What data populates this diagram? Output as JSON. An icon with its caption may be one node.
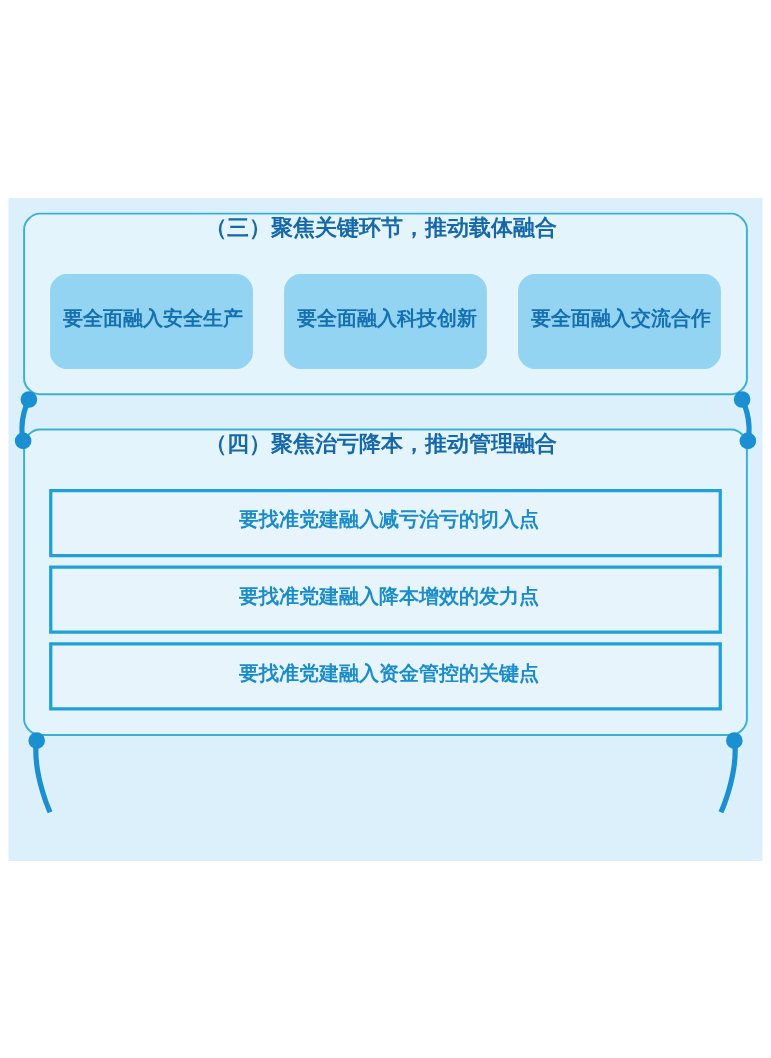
{
  "diagram": {
    "nodes": [
      {
        "text": [
          "（三）聚焦关键环节，推动载体融合"
        ]
      },
      {
        "text": [
          "要全面融入安全生产"
        ],
        "in": 0
      },
      {
        "text": [
          "要全面融入科技创新"
        ],
        "in": 0
      },
      {
        "text": [
          "要全面融入交流合作"
        ],
        "in": 0
      },
      {
        "text": [
          "（四）聚焦治亏降本，推动管理融合"
        ]
      },
      {
        "text": [
          "要找准党建融入减亏治亏的切入点"
        ],
        "in": 4
      },
      {
        "text": [
          "要找准党建融入降本增效的发力点"
        ],
        "in": 4
      },
      {
        "text": [
          "要找准党建融入资金管控的关键点"
        ],
        "in": 4
      }
    ],
    "edges": [
      {
        "from": 0,
        "to": 4,
        "arrow": "other"
      },
      {
        "from": 0,
        "to": 4,
        "arrow": "other"
      },
      {
        "from": 4,
        "to": null,
        "arrow": "other"
      },
      {
        "from": 4,
        "to": null,
        "arrow": "other"
      }
    ]
  }
}
